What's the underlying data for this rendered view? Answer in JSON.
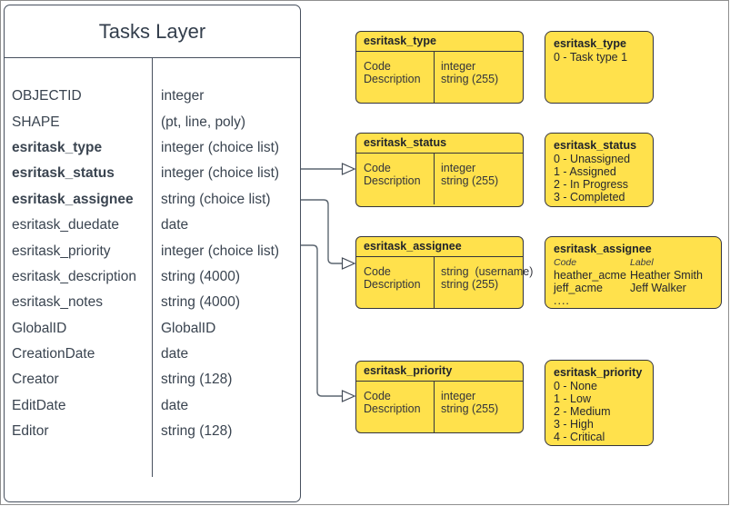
{
  "colors": {
    "box_fill_yellow": "#FFE14C",
    "box_border_dark": "#34343c",
    "table_border": "#47505e",
    "table_text": "#3a4450",
    "connector_gray": "#5c6670",
    "frame_gray": "#8f8f8f"
  },
  "tasks_layer": {
    "title": "Tasks Layer",
    "fields": [
      {
        "name": "OBJECTID",
        "type": "integer",
        "bold": false
      },
      {
        "name": "SHAPE",
        "type": "(pt, line, poly)",
        "bold": false
      },
      {
        "name": "esritask_type",
        "type": "integer (choice list)",
        "bold": true
      },
      {
        "name": "esritask_status",
        "type": "integer (choice list)",
        "bold": true
      },
      {
        "name": "esritask_assignee",
        "type": "string (choice list)",
        "bold": true
      },
      {
        "name": "esritask_duedate",
        "type": "date",
        "bold": false
      },
      {
        "name": "esritask_priority",
        "type": "integer (choice list)",
        "bold": false
      },
      {
        "name": "esritask_description",
        "type": "string (4000)",
        "bold": false
      },
      {
        "name": "esritask_notes",
        "type": "string (4000)",
        "bold": false
      },
      {
        "name": "GlobalID",
        "type": "GlobalID",
        "bold": false
      },
      {
        "name": "CreationDate",
        "type": "date",
        "bold": false
      },
      {
        "name": "Creator",
        "type": "string (128)",
        "bold": false
      },
      {
        "name": "EditDate",
        "type": "date",
        "bold": false
      },
      {
        "name": "Editor",
        "type": "string (128)",
        "bold": false
      }
    ]
  },
  "domain_tables": [
    {
      "title": "esritask_type",
      "names": "Code\nDescription",
      "types": "integer\nstring (255)"
    },
    {
      "title": "esritask_status",
      "names": "Code\nDescription",
      "types": "integer\nstring (255)"
    },
    {
      "title": "esritask_assignee",
      "names": "Code\nDescription",
      "types": "string  (username)\nstring (255)"
    },
    {
      "title": "esritask_priority",
      "names": "Code\nDescription",
      "types": "integer\nstring (255)"
    }
  ],
  "value_lists": [
    {
      "title": "esritask_type",
      "items": [
        "0 - Task type 1"
      ]
    },
    {
      "title": "esritask_status",
      "items": [
        "0 - Unassigned",
        "1 - Assigned",
        "2 - In Progress",
        "3 - Completed"
      ]
    },
    {
      "title": "esritask_assignee",
      "col_headers": [
        "Code",
        "Label"
      ],
      "pairs": [
        [
          "heather_acme",
          "Heather Smith"
        ],
        [
          "jeff_acme",
          "Jeff Walker"
        ]
      ],
      "ellipsis": "...."
    },
    {
      "title": "esritask_priority",
      "items": [
        "0 - None",
        "1 - Low",
        "2 - Medium",
        "3 - High",
        "4 - Critical"
      ]
    }
  ]
}
